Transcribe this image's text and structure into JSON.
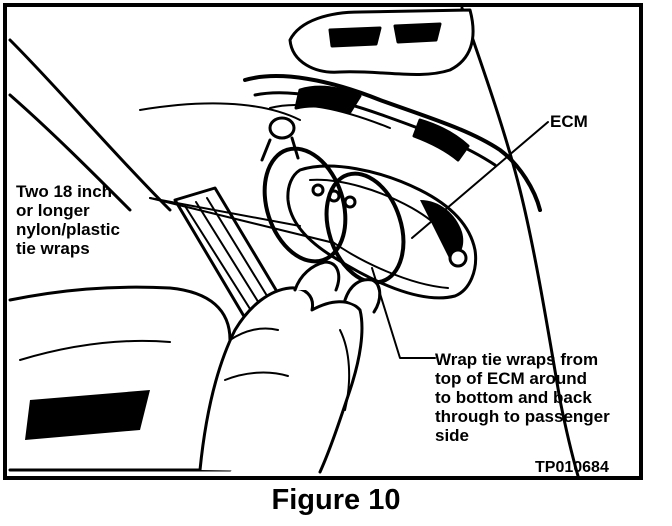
{
  "labels": {
    "ecm": "ECM",
    "tie_wraps": "Two 18 inch\nor longer\nnylon/plastic\ntie wraps",
    "wrap_instructions": "Wrap tie wraps from\ntop of ECM around\nto  bottom and back\nthrough to passenger\nside",
    "part_number": "TP010684"
  },
  "caption": "Figure 10",
  "colors": {
    "ink": "#000000",
    "paper": "#ffffff"
  }
}
